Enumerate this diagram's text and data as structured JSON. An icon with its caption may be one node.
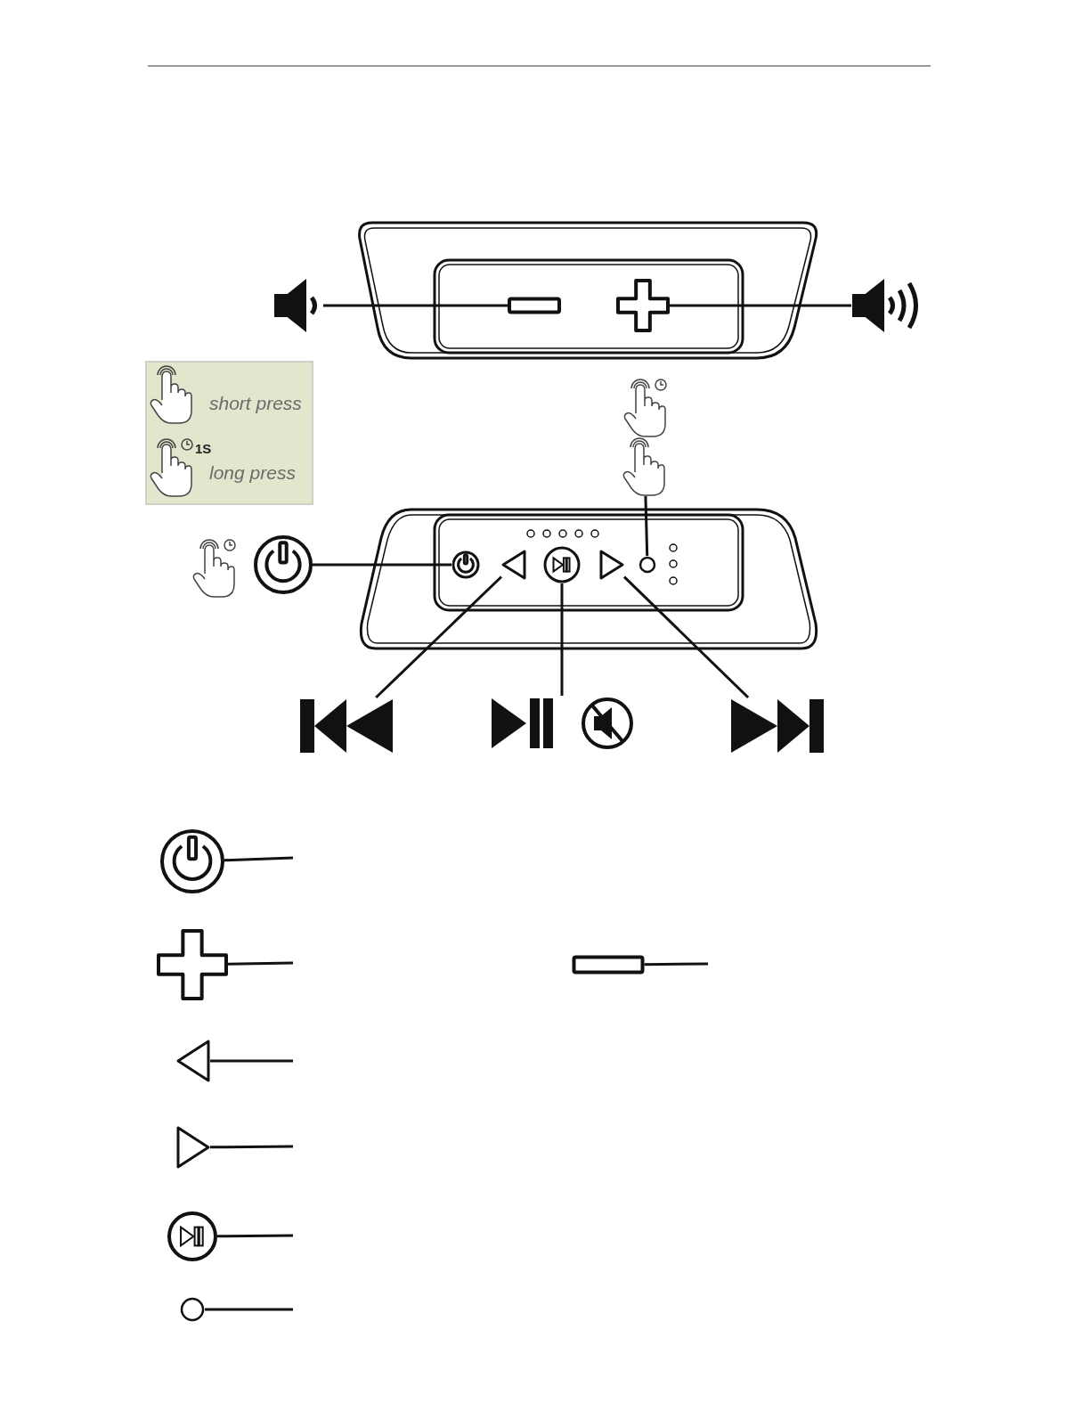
{
  "diagram": {
    "nodes": [
      {
        "text": [
          "short press",
          "1S",
          "long press"
        ]
      },
      {
        "text": [],
        "shape": "picture"
      },
      {
        "text": [],
        "shape": "box"
      },
      {
        "text": [],
        "shape": "cross"
      },
      {
        "text": [],
        "shape": "picture"
      },
      {
        "text": [],
        "shape": "circle"
      },
      {
        "text": [],
        "shape": "circle"
      },
      {
        "text": [],
        "shape": "triangle"
      },
      {
        "text": [],
        "shape": "circle"
      },
      {
        "text": [],
        "shape": "triangle"
      },
      {
        "text": [],
        "shape": "circle"
      },
      {
        "text": [],
        "shape": "picture"
      },
      {
        "text": [],
        "shape": "picture"
      },
      {
        "text": [],
        "shape": "picture"
      },
      {
        "text": [],
        "shape": "picture"
      },
      {
        "text": [],
        "shape": "circle"
      },
      {
        "text": [],
        "shape": "cross"
      },
      {
        "text": [],
        "shape": "box"
      },
      {
        "text": [],
        "shape": "triangle"
      },
      {
        "text": [],
        "shape": "triangle"
      },
      {
        "text": [],
        "shape": "circle"
      },
      {
        "text": [],
        "shape": "circle"
      }
    ],
    "edges": [
      {
        "from": 1,
        "to": 2,
        "arrow": "none"
      },
      {
        "from": 3,
        "to": 4,
        "arrow": "none"
      },
      {
        "from": 5,
        "to": 6,
        "arrow": "none"
      },
      {
        "from": 12,
        "to": 7,
        "arrow": "none"
      },
      {
        "from": 13,
        "to": 8,
        "arrow": "none"
      },
      {
        "from": 14,
        "to": 9,
        "arrow": "none"
      },
      {
        "from": 11,
        "to": 10,
        "arrow": "none"
      },
      {
        "from": 15,
        "to": null,
        "arrow": "none"
      },
      {
        "from": 16,
        "to": null,
        "arrow": "none"
      },
      {
        "from": 17,
        "to": null,
        "arrow": "none"
      },
      {
        "from": 18,
        "to": null,
        "arrow": "none"
      },
      {
        "from": 19,
        "to": null,
        "arrow": "none"
      },
      {
        "from": 20,
        "to": null,
        "arrow": "none"
      },
      {
        "from": 21,
        "to": null,
        "arrow": "none"
      }
    ]
  }
}
